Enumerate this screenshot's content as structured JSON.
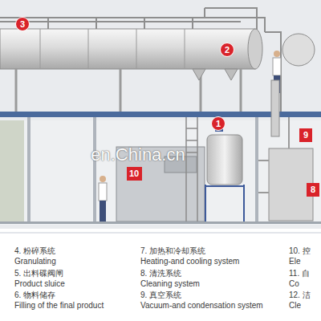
{
  "diagram": {
    "nodes": [
      {
        "text": [
          "3"
        ]
      },
      {
        "text": [
          "2"
        ]
      },
      {
        "text": [
          "1"
        ]
      },
      {
        "text": [
          "9"
        ]
      },
      {
        "text": [
          "10"
        ]
      },
      {
        "text": [
          "8"
        ]
      }
    ],
    "labels": [
      "en.China.cn",
      "4. 粉碎系统",
      "Granulating",
      "5. 出料碟阀闸",
      "Product sluice",
      "6. 物料储存",
      "Filling of the final product",
      "7. 加热和冷却系统",
      "Heating-and cooling system",
      "8. 清洗系统",
      "Cleaning system",
      "9. 真空系统",
      "Vacuum-and condensation system",
      "10. 控",
      "Ele",
      "11. 自",
      "Co",
      "12. 洁",
      "Cle"
    ]
  }
}
